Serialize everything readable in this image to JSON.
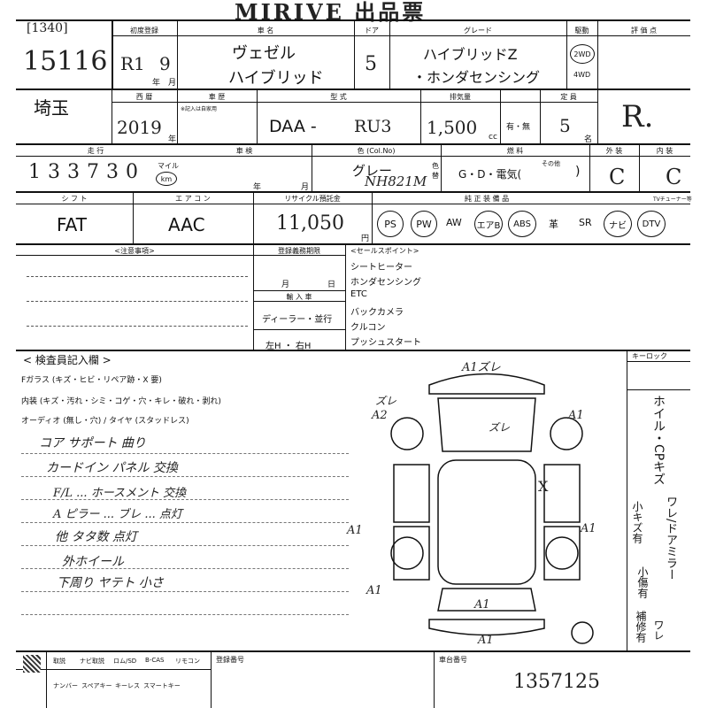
{
  "header": {
    "title": "MIRIVE 出品票"
  },
  "lot": {
    "bracket": "[1340]",
    "number": "15116"
  },
  "first_reg": {
    "label": "初度登録",
    "era": "R1",
    "month": "9",
    "year_unit": "年",
    "month_unit": "月"
  },
  "car_name": {
    "label": "車 名",
    "line1": "ヴェゼル",
    "line2": "ハイブリッド"
  },
  "doors": {
    "label": "ドア",
    "value": "5"
  },
  "grade": {
    "label": "グレード",
    "line1": "ハイブリッドZ",
    "line2": "・ホンダセンシング"
  },
  "drive": {
    "label": "駆動",
    "opt1": "2WD",
    "opt2": "4WD"
  },
  "score": {
    "label": "評 価 点",
    "value": "R."
  },
  "region": {
    "value": "埼玉"
  },
  "year": {
    "label": "西 暦",
    "value": "2019",
    "unit": "年"
  },
  "history": {
    "label": "車 歴",
    "note": "※記入は自家用"
  },
  "model": {
    "label": "型 式",
    "prefix": "DAA -",
    "code": "RU3"
  },
  "displacement": {
    "label": "排気量",
    "value": "1,500",
    "unit": "cc"
  },
  "aircon_flag": {
    "label": "",
    "opt": "有・無"
  },
  "capacity": {
    "label": "定 員",
    "value": "5",
    "unit": "名"
  },
  "mileage": {
    "label": "走 行",
    "digits": [
      "1",
      "3",
      "3",
      "7",
      "3",
      "0"
    ],
    "unit1": "マイル",
    "unit2": "km"
  },
  "inspection": {
    "label": "車 検",
    "year": "年",
    "month": "月"
  },
  "color": {
    "label": "色 (Col.No)",
    "name": "グレー",
    "code": "NH821M",
    "suffix": "色替"
  },
  "fuel": {
    "label": "燃 料",
    "options": "G・D・電気(",
    "other": "その他",
    "close": ")"
  },
  "exterior": {
    "label": "外 装",
    "value": "C"
  },
  "interior": {
    "label": "内 装",
    "value": "C"
  },
  "shift": {
    "label": "シ フ ト",
    "value": "FAT"
  },
  "ac": {
    "label": "エ ア コ ン",
    "value": "AAC"
  },
  "recycle": {
    "label": "リサイクル預託金",
    "value": "11,050",
    "unit": "円"
  },
  "equipment": {
    "label": "純 正 装 備 品",
    "items": [
      "PS",
      "PW",
      "AW",
      "エアB",
      "ABS",
      "革",
      "SR",
      "ナビ",
      "DTV"
    ],
    "tuner": "TVチューナー等"
  },
  "notes_section": {
    "label": "<注意事項>"
  },
  "reg_expiry": {
    "label": "登録義務期限",
    "month": "月",
    "day": "日"
  },
  "import": {
    "label": "輸 入 車",
    "dealer": "ディーラー・並行",
    "steer": "左H ・ 右H"
  },
  "sales_points": {
    "label": "<セールスポイント>",
    "items": [
      "シートヒーター",
      "ホンダセンシング",
      "ETC",
      "バックカメラ",
      "クルコン",
      "プッシュスタート"
    ]
  },
  "inspector": {
    "label": "< 検査員記入欄 >",
    "glass": "Fガラス (キズ・ヒビ・リペア跡・X 要)",
    "interior": "内装 (キズ・汚れ・シミ・コゲ・穴・キレ・破れ・剥れ)",
    "audio": "オーディオ (無し・穴) / タイヤ (スタッドレス)",
    "notes": [
      "コア サポート 曲り",
      "カードイン パネル 交換",
      "F/L ... ホースメント 交換",
      "A ピラー ... ブレ ... 点灯",
      "他 タタ数 点灯",
      "外ホイール",
      "下周り ヤテト 小さ"
    ]
  },
  "keylock": {
    "label": "キーロック"
  },
  "side_note": {
    "lines": [
      "ホイル・CPキズ",
      "ワレ/ドアミラー",
      "小キズ有",
      "小傷有",
      "補修有",
      "ワレ"
    ]
  },
  "diagram_marks": [
    "A1ズレ",
    "ズレ",
    "A2",
    "ズレ",
    "A1",
    "X",
    "A1",
    "A1",
    "A1",
    "A1",
    "A1"
  ],
  "footer": {
    "row1": [
      "取説",
      "ナビ取説",
      "ロム/SD",
      "B-CAS",
      "リモコン"
    ],
    "row2": [
      "ナンバー",
      "スペアキー",
      "キーレス",
      "スマートキー"
    ],
    "reg_no_label": "登録番号",
    "chassis_label": "車台番号",
    "chassis": "1357125"
  }
}
